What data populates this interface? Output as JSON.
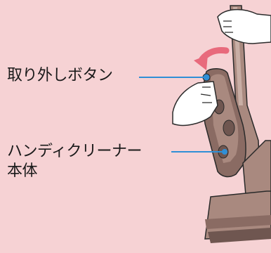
{
  "colors": {
    "background": "#f6d2d4",
    "callout_line": "#2f8fd6",
    "arrow": "#e86a7c",
    "body_dark": "#8a6b63",
    "body_mid": "#a9897f",
    "body_light": "#c8aea5",
    "outline": "#2a2a2a",
    "skin": "#ffffff"
  },
  "labels": {
    "release_button": "取り外しボタン",
    "handy_cleaner_line1": "ハンディクリーナー",
    "handy_cleaner_line2": "本体"
  },
  "icons": {
    "arrow": "curved-arrow-left-icon"
  }
}
